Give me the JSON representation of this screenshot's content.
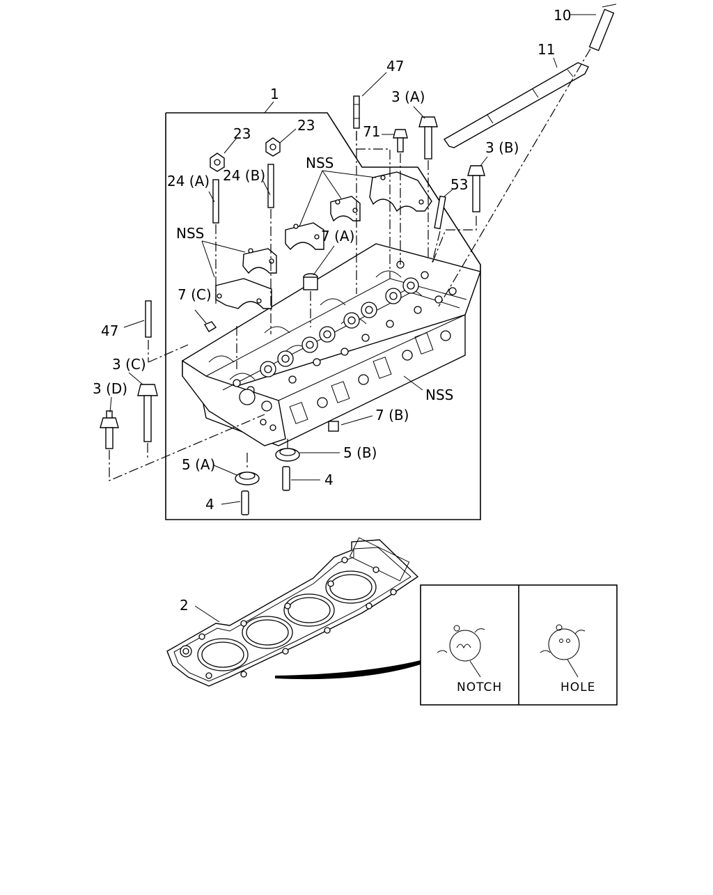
{
  "callouts": {
    "p1": "1",
    "p2": "2",
    "p3a": "3 (A)",
    "p3b": "3 (B)",
    "p3c": "3 (C)",
    "p3d": "3 (D)",
    "p4_upper": "4",
    "p4_lower": "4",
    "p5a": "5 (A)",
    "p5b": "5 (B)",
    "p7a": "7 (A)",
    "p7b": "7 (B)",
    "p7c": "7 (C)",
    "p10": "10",
    "p11": "11",
    "p23_left": "23",
    "p23_right": "23",
    "p24a": "24 (A)",
    "p24b": "24 (B)",
    "p47_top": "47",
    "p47_left": "47",
    "p53": "53",
    "p71": "71",
    "nss_top": "NSS",
    "nss_left": "NSS",
    "nss_right": "NSS"
  },
  "detail": {
    "notch_label": "NOTCH",
    "hole_label": "HOLE"
  }
}
